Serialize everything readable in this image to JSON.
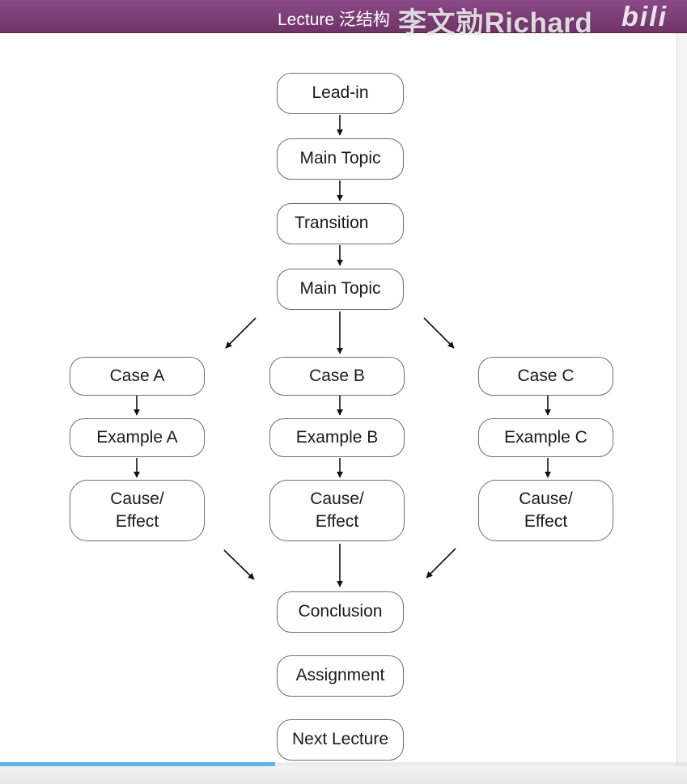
{
  "header": {
    "title": "Lecture 泛结构",
    "watermark": "李文勍Richard",
    "logo": "bili"
  },
  "flowchart": {
    "nodes": {
      "lead_in": "Lead-in",
      "main_topic_1": "Main Topic",
      "transition": "Transition",
      "main_topic_2": "Main Topic",
      "case_a": "Case A",
      "case_b": "Case B",
      "case_c": "Case C",
      "example_a": "Example A",
      "example_b": "Example B",
      "example_c": "Example C",
      "cause_effect_a": [
        "Cause/",
        "Effect"
      ],
      "cause_effect_b": [
        "Cause/",
        "Effect"
      ],
      "cause_effect_c": [
        "Cause/",
        "Effect"
      ],
      "conclusion": "Conclusion",
      "assignment": "Assignment",
      "next_lecture": "Next Lecture"
    }
  },
  "player": {
    "progress": 0.4,
    "colors": {
      "progress": "#5fb4e6",
      "header": "#7a3d75"
    }
  }
}
